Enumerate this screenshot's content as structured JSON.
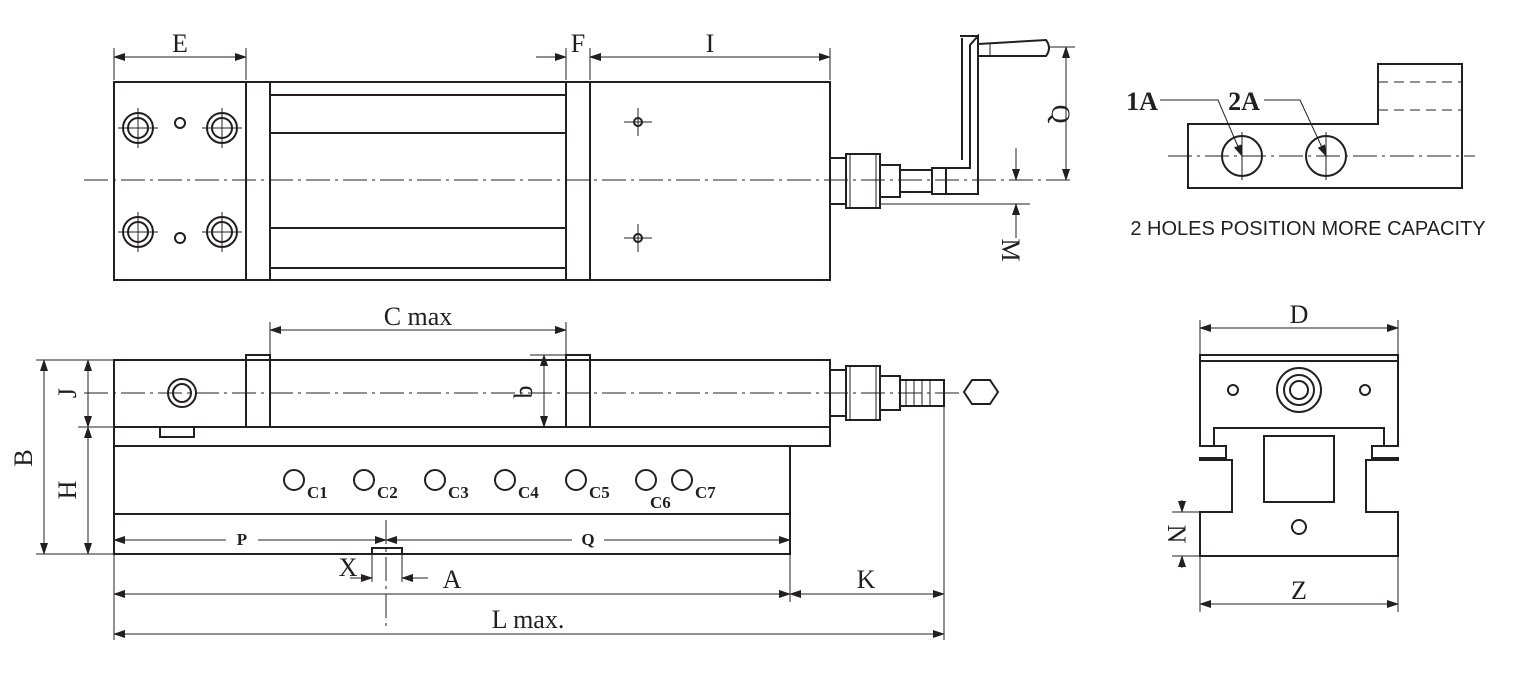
{
  "labels": {
    "E": "E",
    "F": "F",
    "I": "I",
    "Q_top": "Q",
    "M": "M",
    "one_A": "1A",
    "two_A": "2A",
    "caption": "2 HOLES POSITION MORE CAPACITY",
    "C_max": "C max",
    "J": "J",
    "b": "b",
    "B": "B",
    "H": "H",
    "C1": "C1",
    "C2": "C2",
    "C3": "C3",
    "C4": "C4",
    "C5": "C5",
    "C6": "C6",
    "C7": "C7",
    "P": "P",
    "Q_bottom": "Q",
    "X": "X",
    "A": "A",
    "K": "K",
    "L_max": "L max.",
    "D": "D",
    "N": "N",
    "Z": "Z"
  },
  "icons": {
    "hex": "hexagon-icon"
  },
  "colors": {
    "ink": "#231f20",
    "background": "#ffffff"
  }
}
